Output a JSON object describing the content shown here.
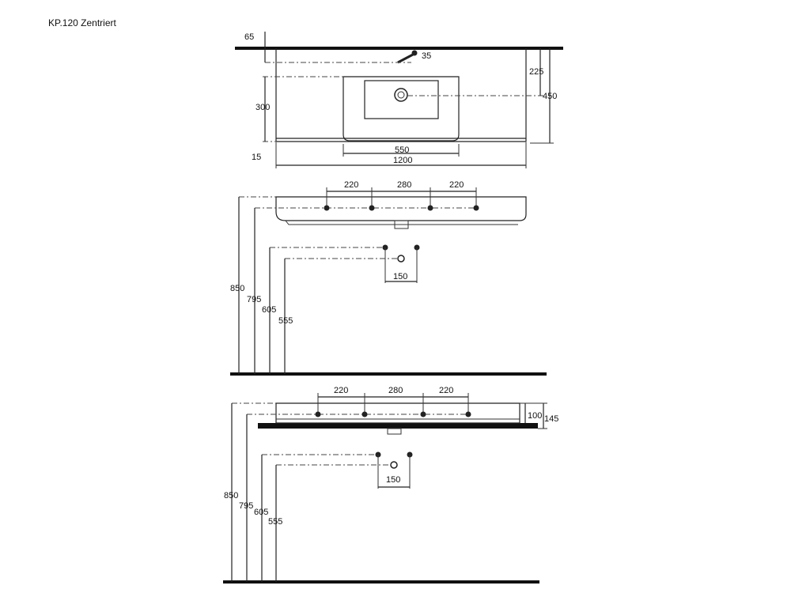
{
  "title": "KP.120 Zentriert",
  "top_view": {
    "dims": {
      "offset_wall": "65",
      "tap_radius": "35",
      "depth_small": "225",
      "depth_total": "450",
      "bowl_depth": "300",
      "rim": "15",
      "bowl_width": "550",
      "total_width": "1200"
    }
  },
  "side_view_1": {
    "dims": {
      "spacing_left": "220",
      "spacing_mid": "280",
      "spacing_right": "220",
      "drain_spacing": "150",
      "height_850": "850",
      "height_795": "795",
      "height_605": "605",
      "height_555": "555"
    }
  },
  "side_view_2": {
    "dims": {
      "spacing_left": "220",
      "spacing_mid": "280",
      "spacing_right": "220",
      "thickness_100": "100",
      "thickness_145": "145",
      "drain_spacing": "150",
      "height_850": "850",
      "height_795": "795",
      "height_605": "605",
      "height_555": "555"
    }
  }
}
